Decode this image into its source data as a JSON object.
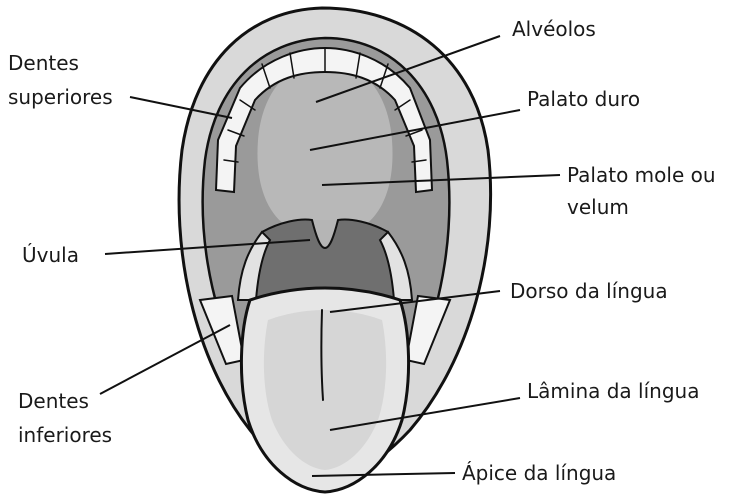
{
  "labels": {
    "upper_teeth_line1": "Dentes",
    "upper_teeth_line2": "superiores",
    "alveolos": "Alvéolos",
    "hard_palate": "Palato duro",
    "soft_palate_line1": "Palato mole ou",
    "soft_palate_line2": "velum",
    "uvula": "Úvula",
    "tongue_dorsum": "Dorso da língua",
    "lower_teeth_line1": "Dentes",
    "lower_teeth_line2": "inferiores",
    "tongue_blade": "Lâmina da língua",
    "tongue_tip": "Ápice da língua"
  },
  "colors": {
    "ink": "#111111",
    "lip": "#d9d9d9",
    "palate_dark": "#9a9a9a",
    "palate_mid": "#b5b5b5",
    "throat": "#6f6f6f",
    "tongue": "#e6e6e6",
    "tongue_shadow": "#c4c4c4",
    "teeth": "#f4f4f4"
  }
}
